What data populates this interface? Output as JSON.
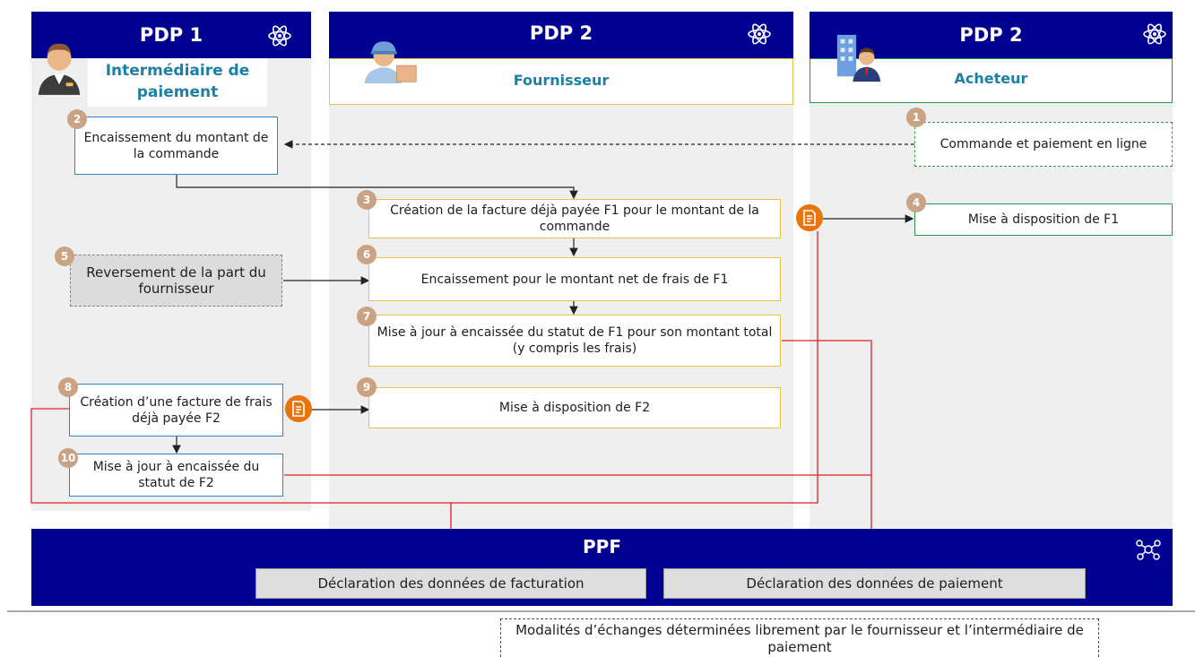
{
  "columns": {
    "left": {
      "title": "PDP 1",
      "role": "Intermédiaire de paiement"
    },
    "middle": {
      "title": "PDP 2",
      "role": "Fournisseur"
    },
    "right": {
      "title": "PDP 2",
      "role": "Acheteur"
    }
  },
  "steps": [
    {
      "n": "1",
      "text": "Commande et paiement en ligne"
    },
    {
      "n": "2",
      "text": "Encaissement du montant de la commande"
    },
    {
      "n": "3",
      "text": "Création de la facture déjà payée F1 pour le montant de la commande"
    },
    {
      "n": "4",
      "text": "Mise à disposition de F1"
    },
    {
      "n": "5",
      "text": "Reversement de la part du fournisseur"
    },
    {
      "n": "6",
      "text": "Encaissement pour le montant net de frais de F1"
    },
    {
      "n": "7",
      "text": "Mise à jour à encaissée du statut de F1 pour son montant total (y compris les frais)"
    },
    {
      "n": "8",
      "text": "Création d’une facture de frais déjà payée F2"
    },
    {
      "n": "9",
      "text": "Mise à disposition de F2"
    },
    {
      "n": "10",
      "text": "Mise à jour à encaissée du statut de F2"
    }
  ],
  "ppf": {
    "title": "PPF",
    "declaration_facturation": "Déclaration des données de facturation",
    "declaration_paiement": "Déclaration des données de paiement"
  },
  "legend": {
    "text": "Modalités d’échanges déterminées librement par le fournisseur et l’intermédiaire de paiement"
  },
  "colors": {
    "header": "#000091",
    "step_badge": "#c9a384",
    "doc_icon": "#e8740c",
    "flow_red": "#e02020"
  },
  "icons": [
    "atom-icon",
    "payment-intermediary-avatar",
    "supplier-avatar",
    "buyer-avatar",
    "invoice-document-icon",
    "network-icon"
  ]
}
